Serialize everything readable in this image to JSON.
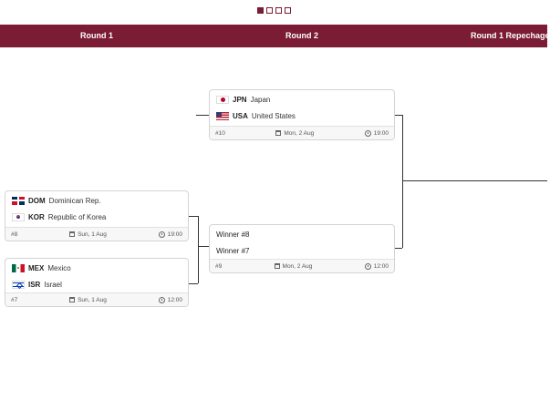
{
  "pager": {
    "count": 4,
    "active": 0
  },
  "header": {
    "round1": "Round 1",
    "round2": "Round 2",
    "repechage": "Round 1 Repechage"
  },
  "match10": {
    "team1": {
      "code": "JPN",
      "name": "Japan"
    },
    "team2": {
      "code": "USA",
      "name": "United States"
    },
    "number": "#10",
    "date": "Mon, 2 Aug",
    "time": "19:00"
  },
  "match8": {
    "team1": {
      "code": "DOM",
      "name": "Dominican Rep."
    },
    "team2": {
      "code": "KOR",
      "name": "Republic of Korea"
    },
    "number": "#8",
    "date": "Sun, 1 Aug",
    "time": "19:00"
  },
  "match9": {
    "team1": "Winner #8",
    "team2": "Winner #7",
    "number": "#9",
    "date": "Mon, 2 Aug",
    "time": "12:00"
  },
  "match7": {
    "team1": {
      "code": "MEX",
      "name": "Mexico"
    },
    "team2": {
      "code": "ISR",
      "name": "Israel"
    },
    "number": "#7",
    "date": "Sun, 1 Aug",
    "time": "12:00"
  },
  "colors": {
    "brand": "#7a1c34"
  }
}
